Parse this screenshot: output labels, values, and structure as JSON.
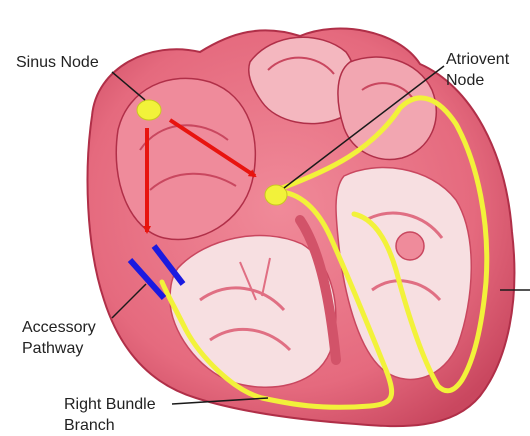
{
  "labels": {
    "sinus_node": "Sinus Node",
    "av_node_line1": "Atriovent",
    "av_node_line2": "Node",
    "accessory_line1": "Accessory",
    "accessory_line2": "Pathway",
    "rbb_line1": "Right Bundle",
    "rbb_line2": "Branch"
  },
  "colors": {
    "tissue": "#e56a7e",
    "tissue_dark": "#b02f48",
    "tissue_light": "#f4b7bf",
    "chamber": "#f7dfe1",
    "conduction": "#f2f23a",
    "impulse_arrow": "#e8140f",
    "accessory_pathway": "#1a1ae0",
    "leader_line": "#1a1a1a"
  }
}
